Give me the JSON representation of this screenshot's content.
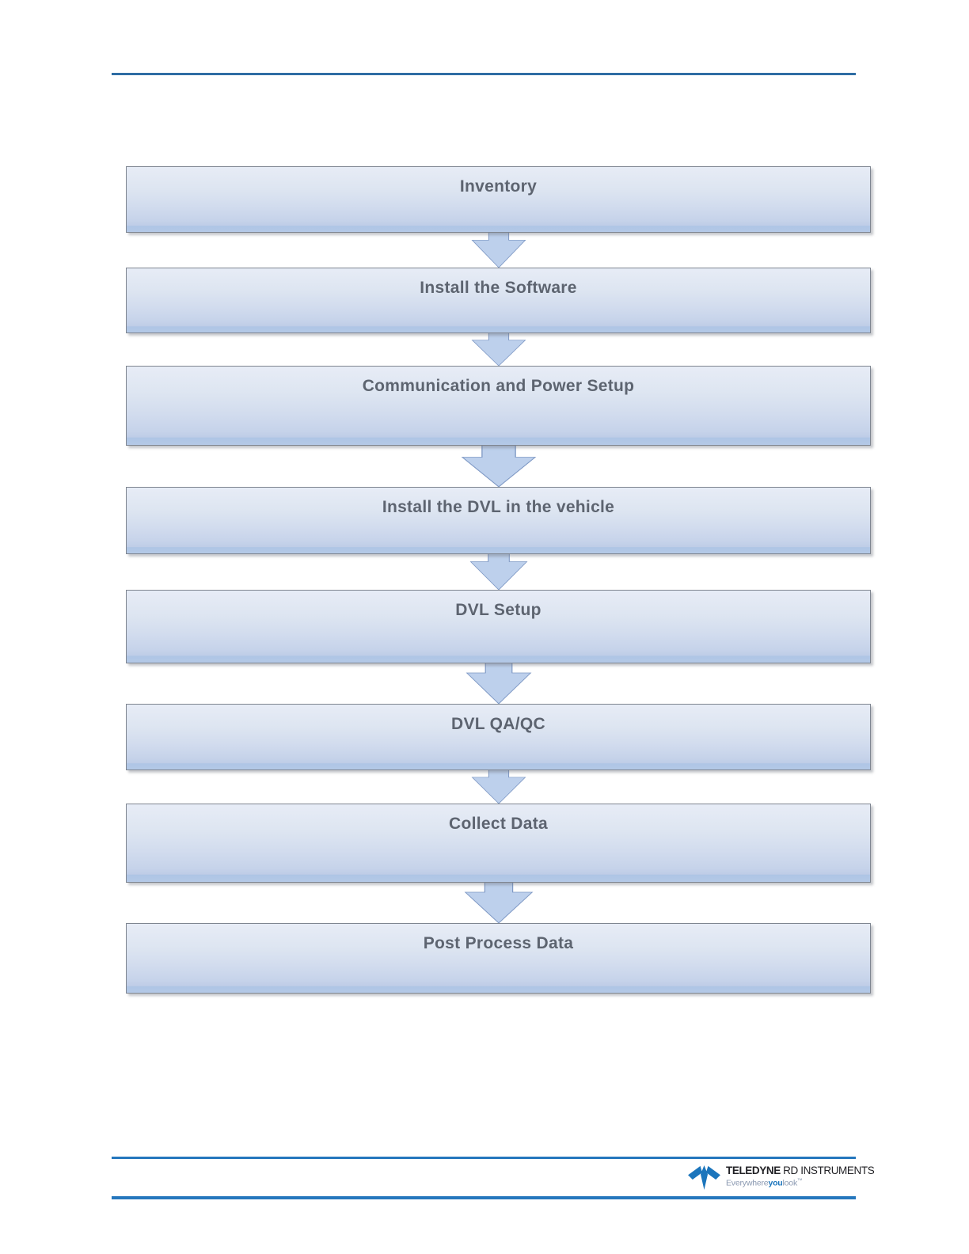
{
  "theme": {
    "header_rule": "#2e6da4",
    "footer_rule": "#2577bd",
    "box_border": "#7f8691",
    "box_fill_top": "#e7ecf6",
    "box_fill_bottom": "#b4c9e7",
    "arrow_fill": "#bdd0ec",
    "arrow_stroke": "#7e98c4",
    "step_text": "#5d6470",
    "logo_blue": "#1b75bc",
    "logo_gray": "#8b99b1",
    "brand_black": "#222226"
  },
  "flowchart": {
    "steps": [
      {
        "label": "Inventory"
      },
      {
        "label": "Install the Software"
      },
      {
        "label": "Communication and Power Setup"
      },
      {
        "label": "Install the DVL in the vehicle"
      },
      {
        "label": "DVL Setup"
      },
      {
        "label": "DVL QA/QC"
      },
      {
        "label": "Collect Data"
      },
      {
        "label": "Post Process Data"
      }
    ]
  },
  "footer": {
    "logo": {
      "brand_bold": "TELEDYNE",
      "brand_rest": " RD INSTRUMENTS",
      "tagline_pre": "Everywhere",
      "tagline_mid": "you",
      "tagline_post": "look",
      "trademark": "™"
    }
  }
}
